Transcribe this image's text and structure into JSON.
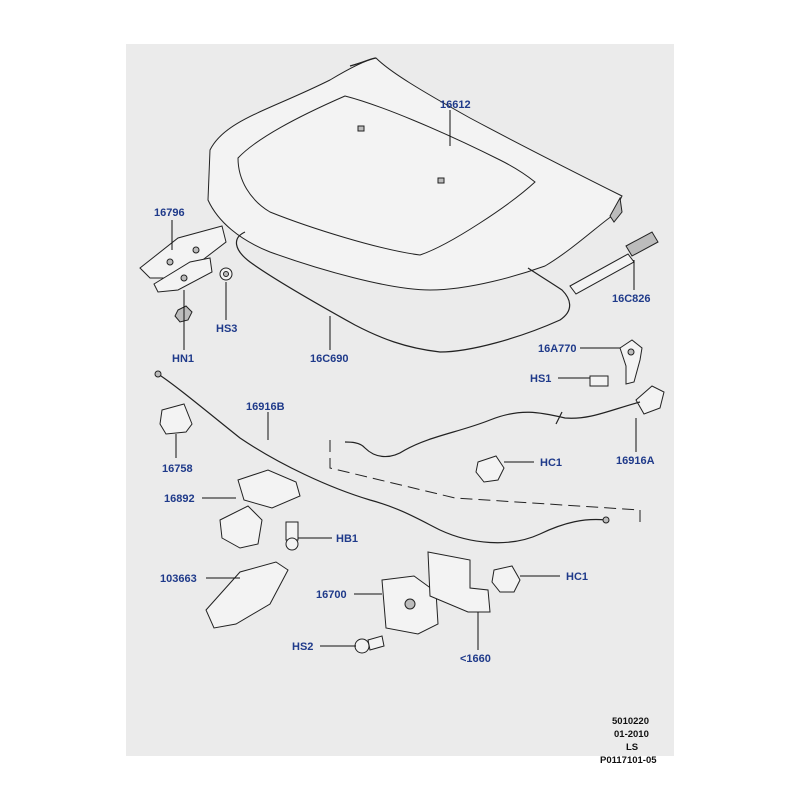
{
  "callouts": {
    "c16612": "16612",
    "c16796": "16796",
    "hs3": "HS3",
    "hn1": "HN1",
    "c16c690": "16C690",
    "c16c826": "16C826",
    "c16a770": "16A770",
    "hs1": "HS1",
    "c16916b": "16916B",
    "c16916a": "16916A",
    "c16758": "16758",
    "hc1_upper": "HC1",
    "c16892": "16892",
    "hb1": "HB1",
    "c103663": "103663",
    "c16700": "16700",
    "hc1_lower": "HC1",
    "hs2": "HS2",
    "c1660": "<1660"
  },
  "reference": {
    "line1": "5010220",
    "line2": "01-2010",
    "line3": "LS",
    "line4": "P0117101-05"
  },
  "colors": {
    "background": "#ebebeb",
    "callout_text": "#1f3a8a",
    "line": "#111111"
  }
}
